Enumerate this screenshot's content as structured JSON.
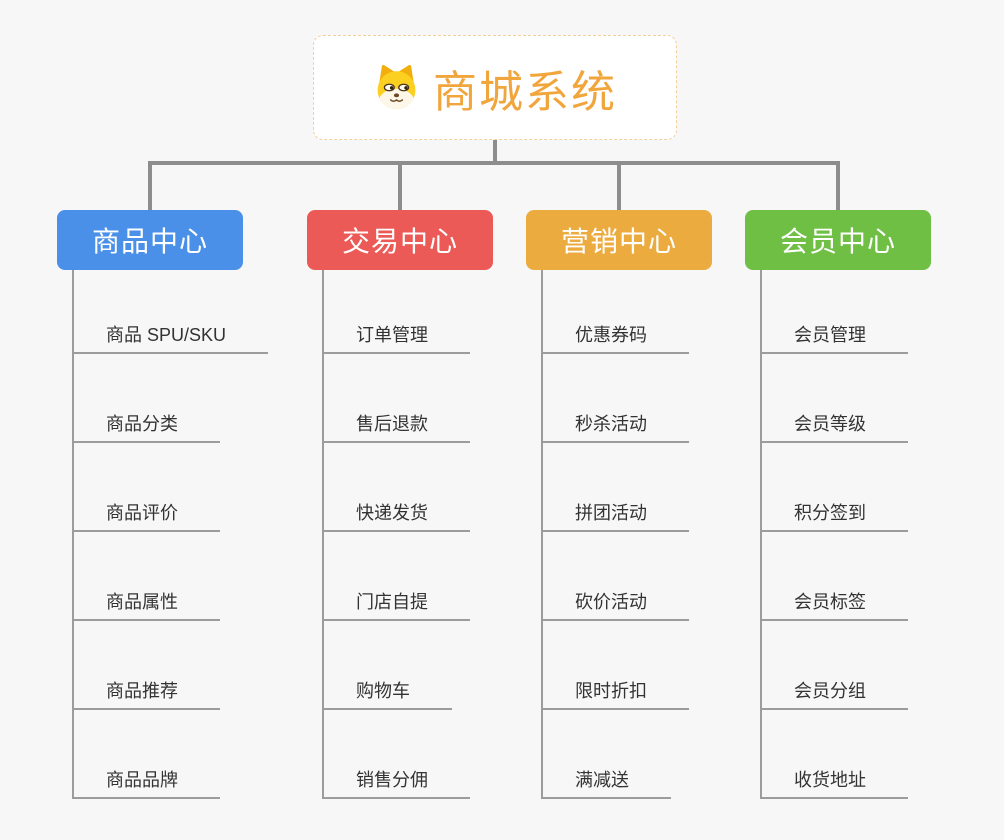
{
  "root": {
    "title": "商城系统",
    "icon": "dog-face-icon",
    "title_color": "#f0a63c",
    "border_color": "#f3cf9a",
    "background": "#ffffff"
  },
  "canvas": {
    "background": "#f7f7f7",
    "connector_color": "#8d8d8d",
    "leaf_line_color": "#9c9c9c",
    "leaf_text_color": "#333333"
  },
  "branches": [
    {
      "label": "商品中心",
      "color": "#4a90e8",
      "children": [
        "商品 SPU/SKU",
        "商品分类",
        "商品评价",
        "商品属性",
        "商品推荐",
        "商品品牌"
      ]
    },
    {
      "label": "交易中心",
      "color": "#eb5a56",
      "children": [
        "订单管理",
        "售后退款",
        "快递发货",
        "门店自提",
        "购物车",
        "销售分佣"
      ]
    },
    {
      "label": "营销中心",
      "color": "#ecab3f",
      "children": [
        "优惠券码",
        "秒杀活动",
        "拼团活动",
        "砍价活动",
        "限时折扣",
        "满减送"
      ]
    },
    {
      "label": "会员中心",
      "color": "#6fbf45",
      "children": [
        "会员管理",
        "会员等级",
        "积分签到",
        "会员标签",
        "会员分组",
        "收货地址"
      ]
    }
  ]
}
